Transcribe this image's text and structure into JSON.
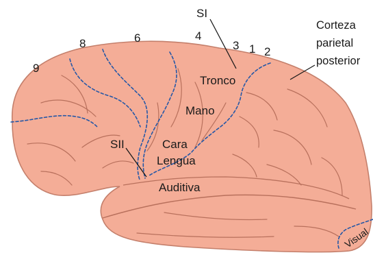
{
  "labels": {
    "si": "SI",
    "sii": "SII",
    "num_1": "1",
    "num_2": "2",
    "num_3": "3",
    "num_4": "4",
    "num_6": "6",
    "num_8": "8",
    "num_9": "9",
    "tronco": "Tronco",
    "mano": "Mano",
    "cara": "Cara",
    "lengua": "Lengua",
    "auditiva": "Auditiva",
    "visual": "Visual",
    "corteza_lines": [
      "Corteza",
      "parietal",
      "posterior"
    ]
  },
  "colors": {
    "brain_fill": "#f4ad97",
    "brain_outline": "#c47f6b",
    "sulcus": "#b8705c",
    "dashed_border": "#2457a6",
    "leader_line": "#1a1a1a"
  }
}
